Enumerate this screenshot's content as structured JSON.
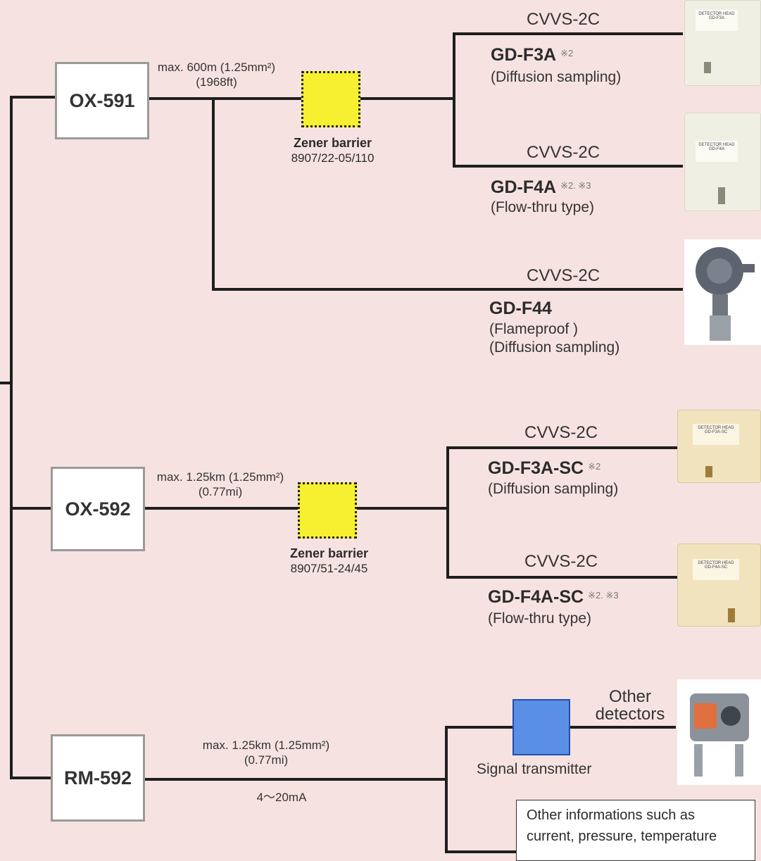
{
  "units": {
    "ox591": "OX-591",
    "ox592": "OX-592",
    "rm592": "RM-592"
  },
  "runs": {
    "ox591_length": "max. 600m (1.25mm²)",
    "ox591_length_imperial": "(1968ft)",
    "ox592_length": "max. 1.25km (1.25mm²)",
    "ox592_length_imperial": "(0.77mi)",
    "rm592_length": "max. 1.25km (1.25mm²)",
    "rm592_length_imperial": "(0.77mi)",
    "rm592_signal": "4～20mA"
  },
  "zener_barriers": [
    {
      "title": "Zener barrier",
      "code": "8907/22-05/110"
    },
    {
      "title": "Zener barrier",
      "code": "8907/51-24/45"
    }
  ],
  "detectors": [
    {
      "cable": "CVVS-2C",
      "model": "GD-F3A",
      "note": "※2",
      "desc": [
        "(Diffusion sampling)"
      ],
      "plate_title": "DETECTOR HEAD",
      "plate_model": "GD-F3A"
    },
    {
      "cable": "CVVS-2C",
      "model": "GD-F4A",
      "note": "※2. ※3",
      "desc": [
        "(Flow-thru type)"
      ],
      "plate_title": "DETECTOR HEAD",
      "plate_model": "GD-F4A"
    },
    {
      "cable": "CVVS-2C",
      "model": "GD-F44",
      "note": "",
      "desc": [
        "(Flameproof )",
        "(Diffusion sampling)"
      ]
    },
    {
      "cable": "CVVS-2C",
      "model": "GD-F3A-SC",
      "note": "※2",
      "desc": [
        "(Diffusion sampling)"
      ],
      "plate_title": "DETECTOR HEAD",
      "plate_model": "GD-F3A-SC"
    },
    {
      "cable": "CVVS-2C",
      "model": "GD-F4A-SC",
      "note": "※2. ※3",
      "desc": [
        "(Flow-thru type)"
      ],
      "plate_title": "DETECTOR HEAD",
      "plate_model": "GD-F4A-SC"
    }
  ],
  "signal_transmitter": "Signal transmitter",
  "other_detectors": [
    "Other",
    "detectors"
  ],
  "info_box": [
    "Other informations such as",
    "current, pressure, temperature"
  ],
  "colors": {
    "background": "#f6e3e1",
    "zener": "#f7f030",
    "transmitter": "#5b8fe6"
  }
}
